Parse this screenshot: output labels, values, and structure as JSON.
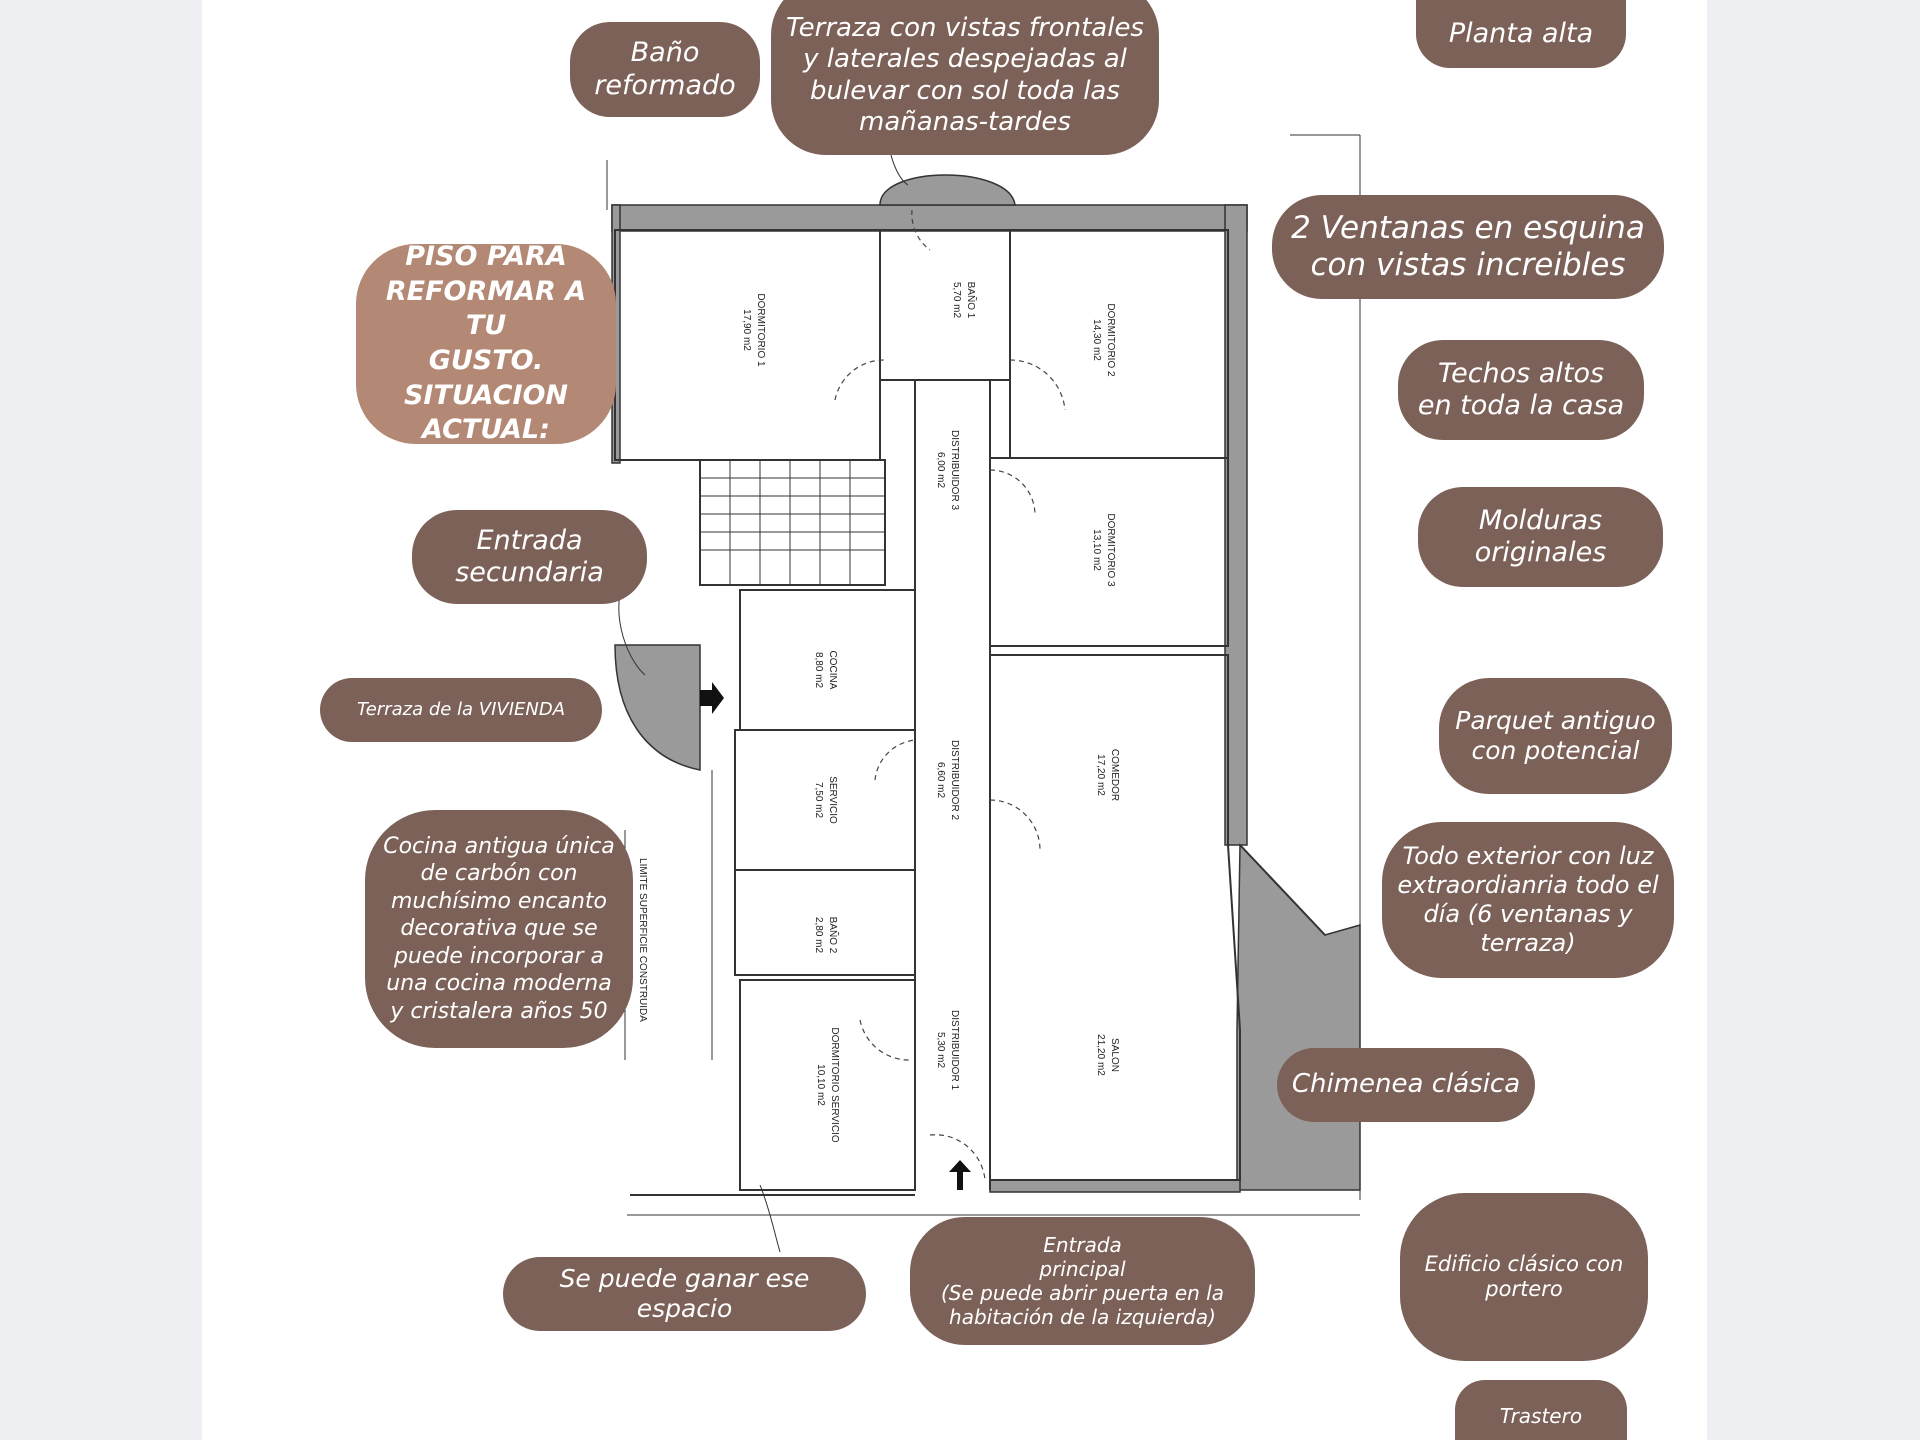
{
  "callouts": {
    "terraza_vistas": "Terraza con vistas frontales\ny laterales despejadas al\nbulevar con sol  toda las\nmañanas-tardes",
    "bano_reformado": "Baño\nreformado",
    "planta_alta": "Planta alta",
    "dos_ventanas": "2 Ventanas en esquina\ncon vistas increibles",
    "piso_reformar": "PISO PARA\nREFORMAR A TU\nGUSTO.\nSITUACION\nACTUAL:",
    "techos_altos": "Techos altos\nen toda la casa",
    "molduras": "Molduras\noriginales",
    "entrada_secundaria": "Entrada\nsecundaria",
    "terraza_vivienda": "Terraza  de la VIVIENDA",
    "parquet": "Parquet antiguo\ncon potencial",
    "cocina_antigua": "Cocina  antigua única\nde carbón  con\nmuchísimo encanto\ndecorativa  que se\npuede incorporar a\nuna cocina moderna\ny cristalera años 50",
    "todo_exterior": "Todo exterior con luz\nextraordianria todo el\ndía (6 ventanas y\nterraza)",
    "chimenea": "Chimenea clásica",
    "ganar_espacio": "Se puede ganar ese espacio",
    "entrada_principal": "Entrada\nprincipal\n(Se puede abrir puerta en la\nhabitación de la izquierda)",
    "edificio": "Edificio clásico con\nportero",
    "trastero": "Trastero"
  },
  "rooms": {
    "dormitorio1": {
      "name": "DORMITORIO 1",
      "area": "17,90 m2"
    },
    "bano1": {
      "name": "BAÑO 1",
      "area": "5,70 m2"
    },
    "dormitorio2": {
      "name": "DORMITORIO 2",
      "area": "14,30 m2"
    },
    "distribuidor3": {
      "name": "DISTRIBUIDOR 3",
      "area": "6,00 m2"
    },
    "dormitorio3": {
      "name": "DORMITORIO 3",
      "area": "13,10 m2"
    },
    "cocina": {
      "name": "COCINA",
      "area": "8,80 m2"
    },
    "comedor": {
      "name": "COMEDOR",
      "area": "17,20 m2"
    },
    "distribuidor2": {
      "name": "DISTRIBUIDOR 2",
      "area": "6,60 m2"
    },
    "servicio": {
      "name": "SERVICIO",
      "area": "7,50 m2"
    },
    "bano2": {
      "name": "BAÑO 2",
      "area": "2,80 m2"
    },
    "dormitorio_servicio": {
      "name": "DORMITORIO SERVICIO",
      "area": "10,10 m2"
    },
    "distribuidor1": {
      "name": "DISTRIBUIDOR 1",
      "area": "5,30 m2"
    },
    "salon": {
      "name": "SALON",
      "area": "21,20 m2"
    },
    "limite": {
      "name": "LIMITE SUPERFICIE CONSTRUIDA"
    }
  },
  "colors": {
    "pill": "#7c6158",
    "pill_highlight": "#b38874",
    "wall": "#9a9a9a",
    "page_bg": "#eef0f4"
  }
}
